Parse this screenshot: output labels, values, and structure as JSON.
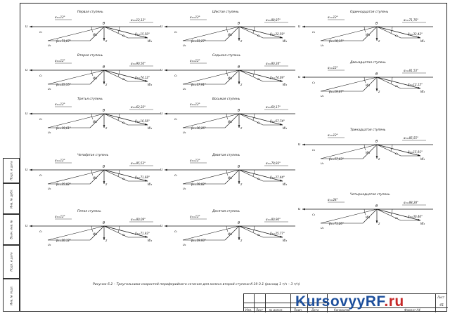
{
  "caption": "Рисунок 6.2 – Треугольники скоростей периферийного сечения для колеса второй ступени K-19-3.1 (расход 1 т/ч – 3 т/ч)",
  "sheet_number": "41",
  "watermark": {
    "main": "KursovyyRF",
    "accent": ".ru",
    "color": "#1d4f9c",
    "accent_color": "#c62828"
  },
  "title_block": {
    "labels": [
      "Изм.",
      "Лист",
      "№ докум.",
      "Подп.",
      "Дата"
    ],
    "sheet_label": "Лист",
    "designer_label": "Коновалов",
    "format_label": "Формат А4"
  },
  "side_labels": [
    "Инв. № подл.",
    "Подп. и дата",
    "Взам. инв. №",
    "Инв. № дубл.",
    "Подп. и дата"
  ],
  "panels": [
    {
      "title": "Первая ступень",
      "labels": {
        "a1": "α₁=12°",
        "b1": "β₁=71,07°",
        "a2": "α₂=12,13°",
        "b2": "β₂=15,50°",
        "c1": "c₁",
        "u1": "u₁",
        "w1": "W₁",
        "w2": "W₂",
        "c2": "c₂",
        "z": "z",
        "theta": "θ"
      }
    },
    {
      "title": "Вторая ступень",
      "labels": {
        "a1": "α₁=12°",
        "b1": "β₁=25,55°",
        "a2": "α₂=90,50°",
        "b2": "β₂=74,12°",
        "c1": "c₁",
        "u1": "u₁",
        "w1": "W₁",
        "w2": "W₂",
        "c2": "c₂",
        "z": "z",
        "theta": "θ"
      }
    },
    {
      "title": "Третья ступень",
      "labels": {
        "a1": "α₁=12°",
        "b1": "β₁=19,61°",
        "a2": "α₂=62,22°",
        "b2": "β₂=16,56°",
        "c1": "c₁",
        "u1": "u₁",
        "w1": "W₁",
        "w2": "W₂",
        "c2": "c₂",
        "z": "z",
        "theta": "θ"
      }
    },
    {
      "title": "Четвёртая ступень",
      "labels": {
        "a1": "α₁=12°",
        "b1": "β₁=25,82°",
        "a2": "α₂=95,53°",
        "b2": "β₂=71,68°",
        "c1": "c₁",
        "u1": "u₁",
        "w1": "W₁",
        "w2": "W₂",
        "c2": "c₂",
        "z": "z",
        "theta": "θ"
      }
    },
    {
      "title": "Пятая ступень",
      "labels": {
        "a1": "α₁=12°",
        "b1": "β₁=20,12°",
        "a2": "α₂=80,09°",
        "b2": "β₂=71,93°",
        "c1": "c₁",
        "u1": "u₁",
        "w1": "W₁",
        "w2": "W₂",
        "c2": "c₂",
        "z": "z",
        "theta": "θ"
      }
    },
    {
      "title": "Шестая ступень",
      "labels": {
        "a1": "α₁=12°",
        "b1": "β₁=23,27°",
        "a2": "α₂=88,87°",
        "b2": "β₂=22,59°",
        "c1": "c₁",
        "u1": "u₁",
        "w1": "W₁",
        "w2": "W₂",
        "c2": "c₂",
        "z": "z",
        "theta": "θ"
      }
    },
    {
      "title": "Седьмая ступень",
      "labels": {
        "a1": "α₁=12°",
        "b1": "β₁=17,91°",
        "a2": "α₂=80,24°",
        "b2": "β₂=74,09°",
        "c1": "c₁",
        "u1": "u₁",
        "w1": "W₁",
        "w2": "W₂",
        "c2": "c₂",
        "z": "z",
        "theta": "θ"
      }
    },
    {
      "title": "Восьмая ступень",
      "labels": {
        "a1": "α₁=12°",
        "b1": "β₁=36,26°",
        "a2": "α₂=69,17°",
        "b2": "β₂=67,74°",
        "c1": "c₁",
        "u1": "u₁",
        "w1": "W₁",
        "w2": "W₂",
        "c2": "c₂",
        "z": "z",
        "theta": "θ"
      }
    },
    {
      "title": "Девятая ступень",
      "labels": {
        "a1": "α₁=12°",
        "b1": "β₁=39,82°",
        "a2": "α₂=79,93°",
        "b2": "β₂=27,44°",
        "c1": "c₁",
        "u1": "u₁",
        "w1": "W₁",
        "w2": "W₂",
        "c2": "c₂",
        "z": "z",
        "theta": "θ"
      }
    },
    {
      "title": "Десятая ступень",
      "labels": {
        "a1": "α₁=12°",
        "b1": "β₁=19,93°",
        "a2": "α₂=80,90°",
        "b2": "β₂=25,77°",
        "c1": "c₁",
        "u1": "u₁",
        "w1": "W₁",
        "w2": "W₂",
        "c2": "c₂",
        "z": "z",
        "theta": "θ"
      }
    },
    {
      "title": "Одиннадцатая ступень",
      "labels": {
        "a1": "α₁=12°",
        "b1": "β₁=18,15°",
        "a2": "α₂=71,76°",
        "b2": "β₂=33,43°",
        "c1": "c₁",
        "u1": "u₁",
        "w1": "W₁",
        "w2": "W₂",
        "c2": "c₂",
        "z": "z",
        "theta": "θ"
      }
    },
    {
      "title": "Двенадцатая ступень",
      "labels": {
        "a1": "α₁=12°",
        "b1": "β₁=19,67°",
        "a2": "α₂=81,53°",
        "b2": "β₂=12,15°",
        "c1": "c₁",
        "u1": "u₁",
        "w1": "W₁",
        "w2": "W₂",
        "c2": "c₂",
        "z": "z",
        "theta": "θ"
      }
    },
    {
      "title": "Тринадцатая ступень",
      "labels": {
        "a1": "α₁=12°",
        "b1": "β₁=57,63°",
        "a2": "α₂=85,55°",
        "b2": "β₂=15,91°",
        "c1": "c₁",
        "u1": "u₁",
        "w1": "W₁",
        "w2": "W₂",
        "c2": "c₂",
        "z": "z",
        "theta": "θ"
      }
    },
    {
      "title": "Четырнадцатая ступень",
      "labels": {
        "a1": "α₁=24°",
        "b1": "β₁=71,26°",
        "a2": "α₂=88,28°",
        "b2": "β₂=30,46°",
        "c1": "c₁",
        "u1": "u₁",
        "w1": "W₁",
        "w2": "W₂",
        "c2": "c₂",
        "z": "z",
        "theta": "θ"
      }
    }
  ]
}
